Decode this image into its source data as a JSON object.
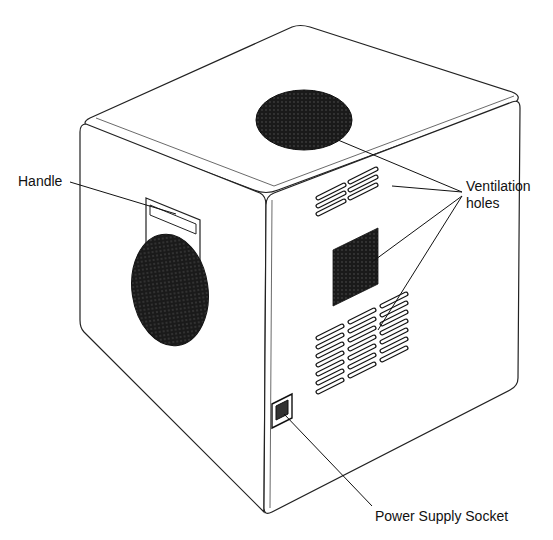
{
  "diagram": {
    "labels": [
      "Handle",
      "Ventilation holes",
      "Power Supply Socket"
    ]
  }
}
